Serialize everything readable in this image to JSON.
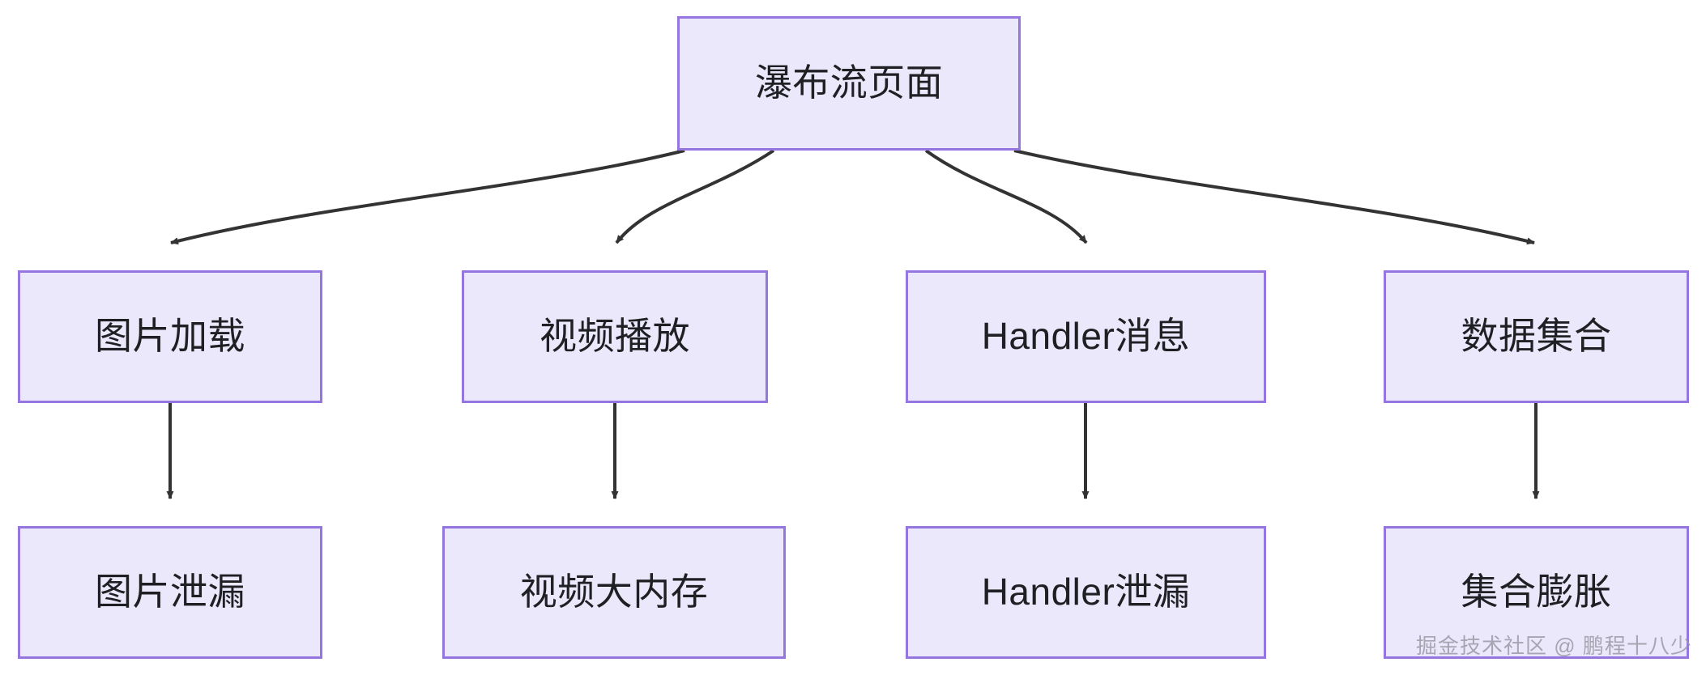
{
  "diagram": {
    "type": "flowchart",
    "direction": "top-down",
    "title_node": "瀑布流页面",
    "theme": {
      "node_fill": "#ebe8fc",
      "node_border": "#9575e0",
      "node_text": "#1f2023",
      "edge_color": "#333333",
      "background": "#ffffff"
    },
    "nodes": [
      {
        "id": "root",
        "label": "瀑布流页面",
        "row": 1
      },
      {
        "id": "image-load",
        "label": "图片加载",
        "row": 2
      },
      {
        "id": "video-play",
        "label": "视频播放",
        "row": 2
      },
      {
        "id": "handler-msg",
        "label": "Handler消息",
        "row": 2
      },
      {
        "id": "data-coll",
        "label": "数据集合",
        "row": 2
      },
      {
        "id": "image-leak",
        "label": "图片泄漏",
        "row": 3
      },
      {
        "id": "video-mem",
        "label": "视频大内存",
        "row": 3
      },
      {
        "id": "handler-leak",
        "label": "Handler泄漏",
        "row": 3
      },
      {
        "id": "coll-bloat",
        "label": "集合膨胀",
        "row": 3
      }
    ],
    "edges": [
      {
        "from": "root",
        "to": "image-load",
        "style": "curved",
        "arrow": "triangle"
      },
      {
        "from": "root",
        "to": "video-play",
        "style": "curved",
        "arrow": "triangle"
      },
      {
        "from": "root",
        "to": "handler-msg",
        "style": "curved",
        "arrow": "triangle"
      },
      {
        "from": "root",
        "to": "data-coll",
        "style": "curved",
        "arrow": "triangle"
      },
      {
        "from": "image-load",
        "to": "image-leak",
        "style": "straight",
        "arrow": "triangle"
      },
      {
        "from": "video-play",
        "to": "video-mem",
        "style": "straight",
        "arrow": "triangle"
      },
      {
        "from": "handler-msg",
        "to": "handler-leak",
        "style": "straight",
        "arrow": "triangle"
      },
      {
        "from": "data-coll",
        "to": "coll-bloat",
        "style": "straight",
        "arrow": "triangle"
      }
    ]
  },
  "watermark": {
    "text": "掘金技术社区 @ 鹏程十八少"
  }
}
